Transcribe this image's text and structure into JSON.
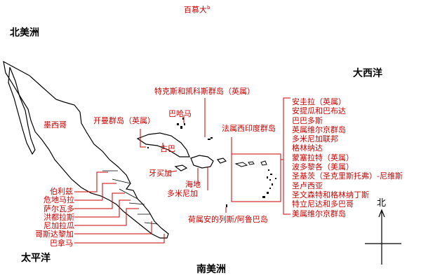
{
  "colors": {
    "label": "#cc0000",
    "land": "#000000",
    "leader": "#cc0000",
    "background": "#ffffff"
  },
  "top_label": "百慕大",
  "top_label_mark": "b",
  "region_labels": {
    "north_america": "北美洲",
    "atlantic": "大西洋",
    "pacific": "太平洋",
    "south_america": "南美洲"
  },
  "compass": {
    "label": "北"
  },
  "places": {
    "mexico": "墨西哥",
    "cayman": "开曼群岛（英属）",
    "bahamas": "巴哈马",
    "turks": "特克斯和凯科斯群岛（英属）",
    "west_indies": "法属西印度群岛",
    "cuba": "古巴",
    "jamaica": "牙买加",
    "haiti": "海地",
    "dominican": "多米尼加",
    "netherlands_antilles": "荷属安的列斯/阿鲁巴岛"
  },
  "central_america": [
    "伯利兹",
    "危地马拉",
    "萨尔瓦多",
    "洪都拉斯",
    "尼加拉瓜",
    "哥斯达黎加",
    "巴拿马"
  ],
  "islands_list": [
    "安圭拉（英属）",
    "安提瓜和巴布达",
    "巴巴多斯",
    "英属维尔京群岛",
    "多米尼加联邦",
    "格林纳达",
    "蒙塞拉特（英属）",
    "波多黎各（美属）",
    "圣基茨（圣克里斯托弗）-尼维斯",
    "圣卢西亚",
    "圣文森特和格林纳丁斯",
    "特立尼达和多巴哥",
    "美属维尔京群岛"
  ]
}
